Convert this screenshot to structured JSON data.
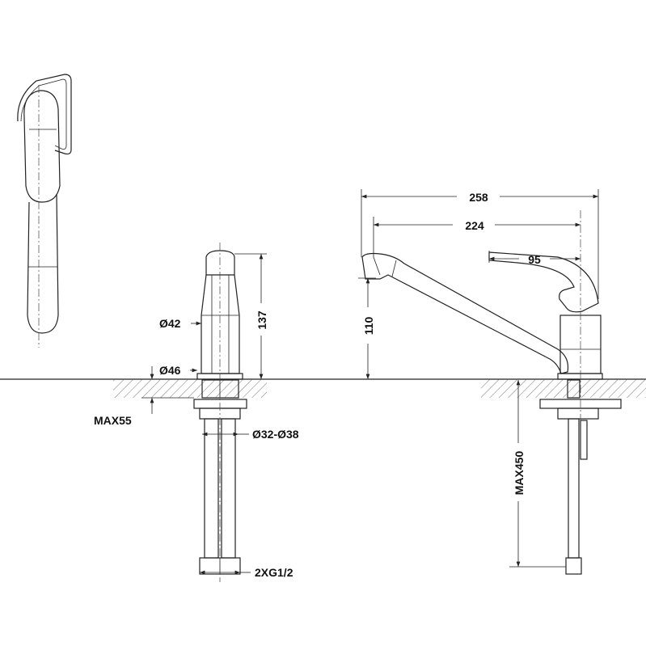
{
  "drawing": {
    "front_view": {
      "height": "137",
      "body_diameter": "Ø42",
      "base_diameter": "Ø46",
      "max_counter_thickness": "MAX55",
      "hole_diameter": "Ø32-Ø38",
      "connection": "2XG1/2"
    },
    "side_view": {
      "overall_length": "258",
      "spout_reach": "224",
      "handle_length": "95",
      "spout_height": "110",
      "hose_length": "MAX450"
    },
    "colors": {
      "line": "#222222",
      "background": "#ffffff"
    }
  }
}
